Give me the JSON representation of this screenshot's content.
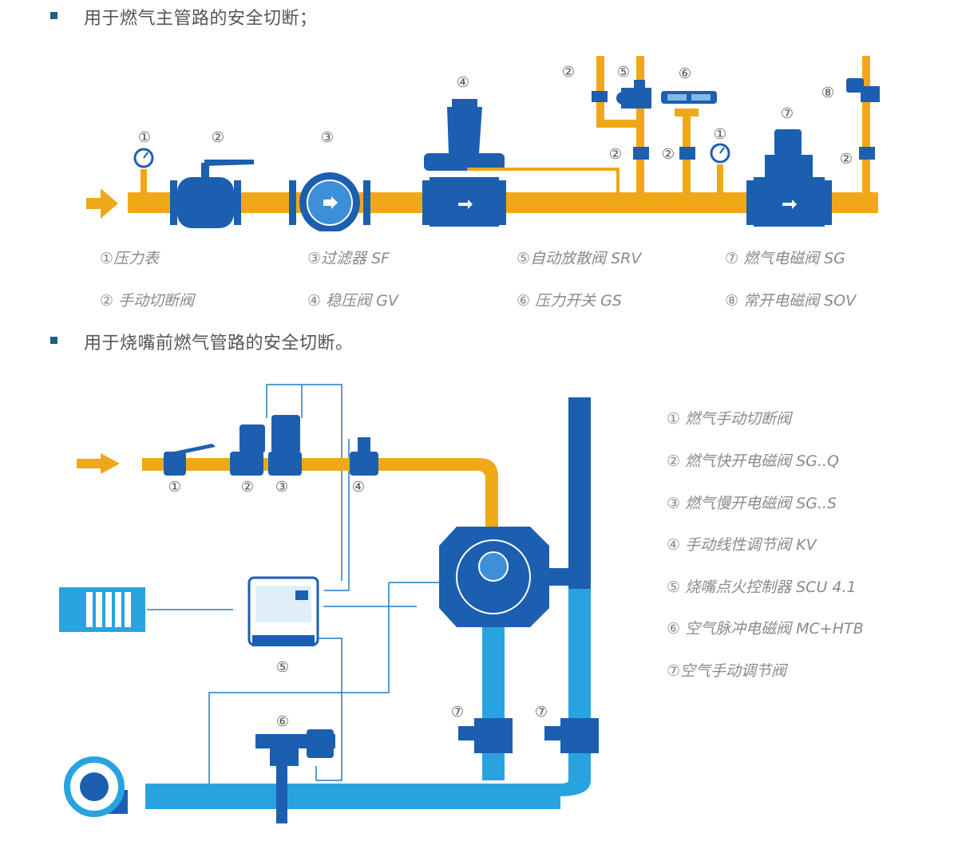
{
  "sections": [
    {
      "bullet_color": "#1f5f86",
      "heading": "用于燃气主管路的安全切断；"
    },
    {
      "bullet_color": "#1f5f86",
      "heading": "用于烧嘴前燃气管路的安全切断。"
    }
  ],
  "colors": {
    "gas_pipe": "#f0a818",
    "air_pipe": "#29a3e0",
    "valve_blue": "#1c5fb0",
    "signal_line": "#1f7fbf",
    "arrow": "#f0a818"
  },
  "diagram1": {
    "markers": [
      "①",
      "②",
      "③",
      "④",
      "②",
      "⑤",
      "⑥",
      "②",
      "②",
      "①",
      "⑦",
      "⑧",
      "②"
    ],
    "legend": [
      "①压力表",
      "③过滤器 SF",
      "⑤自动放散阀 SRV",
      "⑦ 燃气电磁阀 SG",
      "② 手动切断阀",
      "④ 稳压阀 GV",
      "⑥ 压力开关 GS",
      "⑧ 常开电磁阀 SOV"
    ]
  },
  "diagram2": {
    "markers": [
      "①",
      "②",
      "③",
      "④",
      "⑤",
      "⑥",
      "⑦",
      "⑦"
    ],
    "legend": [
      "① 燃气手动切断阀",
      "② 燃气快开电磁阀 SG..Q",
      "③ 燃气慢开电磁阀 SG..S",
      "④ 手动线性调节阀 KV",
      "⑤ 烧嘴点火控制器 SCU 4.1",
      "⑥ 空气脉冲电磁阀 MC+HTB",
      "⑦空气手动调节阀"
    ]
  }
}
